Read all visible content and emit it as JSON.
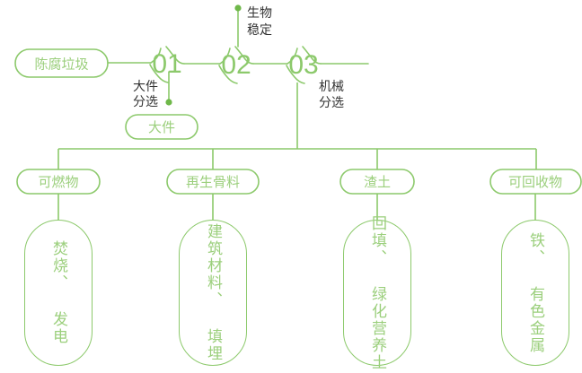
{
  "theme": {
    "line_color": "#8CC96B",
    "pill_stroke": "#8CC96B",
    "pill_text_color": "#9BCF7C",
    "box_stroke": "#8CC96B",
    "box_text_color": "#9BCF7C",
    "stage_number_color": "#8CC96B",
    "dark_label_color": "#333333",
    "dot_color": "#6FB84A",
    "background": "#FFFFFF"
  },
  "diagram": {
    "title": "",
    "type": "process-flow",
    "source": {
      "label": "陈腐垃圾",
      "shape": "pill"
    },
    "stages": [
      {
        "number": "01",
        "label": "大件分选",
        "label_lines": [
          "大件",
          "分选"
        ],
        "output": {
          "label": "大件",
          "shape": "pill"
        }
      },
      {
        "number": "02",
        "label": "生物稳定",
        "label_lines": [
          "生物",
          "稳定"
        ],
        "output": null
      },
      {
        "number": "03",
        "label": "机械分选",
        "label_lines": [
          "机械",
          "分选"
        ],
        "output": null
      }
    ],
    "outputs": [
      {
        "pill": "可燃物",
        "detail": "焚烧、 发电",
        "detail_chars": "焚烧、发电"
      },
      {
        "pill": "再生骨料",
        "detail": "建筑材料、 填埋",
        "detail_chars": "建筑材料、填埋"
      },
      {
        "pill": "渣土",
        "detail": "回填、 绿化营养土",
        "detail_chars": "回填、绿化营养土"
      },
      {
        "pill": "可回收物",
        "detail": "铁、 有色金属",
        "detail_chars": "铁、有色金属"
      }
    ]
  }
}
